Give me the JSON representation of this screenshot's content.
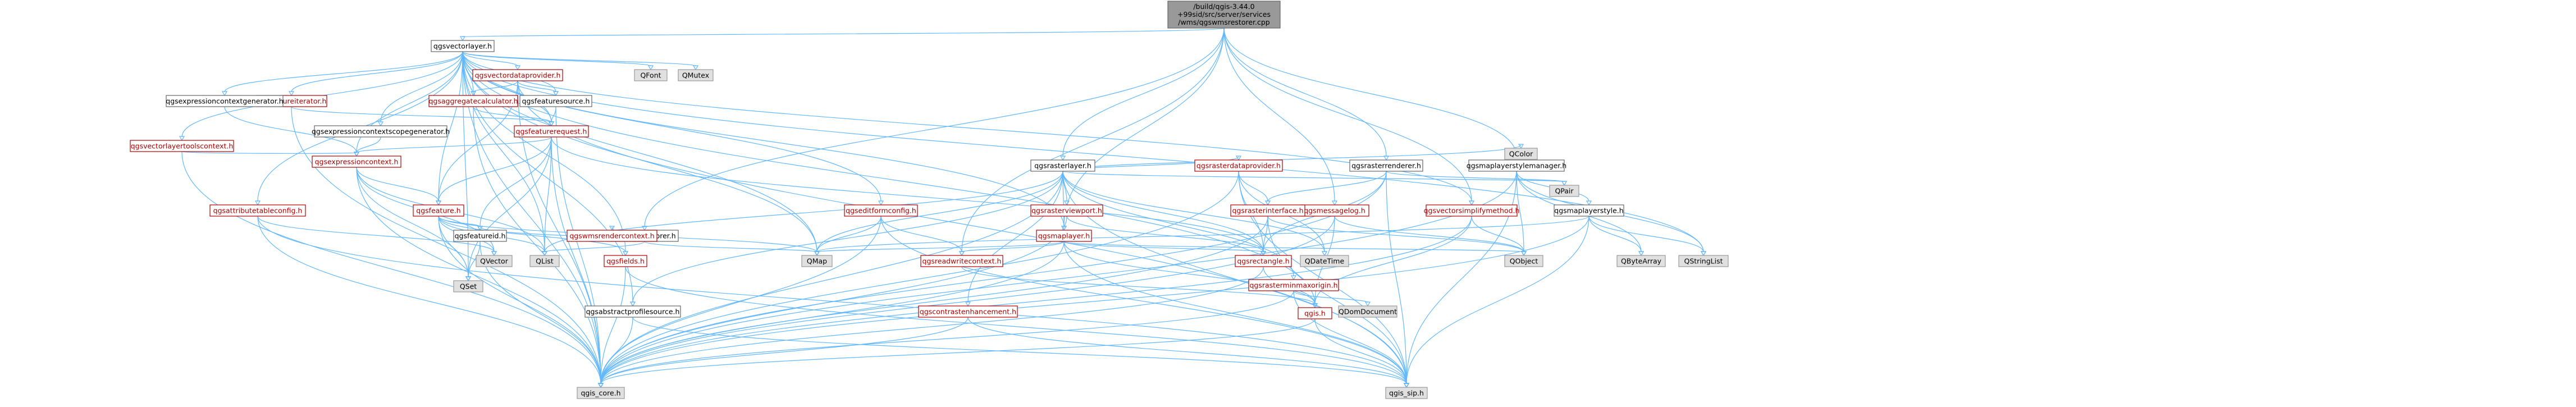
{
  "colors": {
    "root_fill": "#999999",
    "node_fill": "#ffffff",
    "external_fill": "#e0e0e0",
    "link_border": "#666666",
    "unresolved_border": "#b00000",
    "edge": "#63b8ff"
  },
  "nodes": [
    {
      "id": "root",
      "label": "/build/qgis-3.44.0+99sid/src/server/services/wms/qgswmsrestorer.cpp",
      "kind": "root"
    },
    {
      "id": "qgsvectorlayer",
      "label": "qgsvectorlayer.h",
      "kind": "link"
    },
    {
      "id": "qgsrasterlayer",
      "label": "qgsrasterlayer.h",
      "kind": "link"
    },
    {
      "id": "qgsmaplayerstylemanager",
      "label": "qgsmaplayerstylemanager.h",
      "kind": "link"
    },
    {
      "id": "qgsmaplayerstyle",
      "label": "qgsmaplayerstyle.h",
      "kind": "link"
    },
    {
      "id": "qgsrasterrenderer",
      "label": "qgsrasterrenderer.h",
      "kind": "link"
    },
    {
      "id": "qgswmsrestorer",
      "label": "qgswmsrestorer.h",
      "kind": "link"
    },
    {
      "id": "qgsmessagelog",
      "label": "qgsmessagelog.h",
      "kind": "unresolved"
    },
    {
      "id": "qgsvectorsimplifymethod",
      "label": "qgsvectorsimplifymethod.h",
      "kind": "unresolved"
    },
    {
      "id": "qgsvectordataprovider",
      "label": "qgsvectordataprovider.h",
      "kind": "unresolved"
    },
    {
      "id": "qgsaggregatecalculator",
      "label": "qgsaggregatecalculator.h",
      "kind": "unresolved"
    },
    {
      "id": "qgsfeatureiterator",
      "label": "qgsfeatureiterator.h",
      "kind": "unresolved"
    },
    {
      "id": "qgsfeaturesource",
      "label": "qgsfeaturesource.h",
      "kind": "link"
    },
    {
      "id": "qgsfeaturerequest",
      "label": "qgsfeaturerequest.h",
      "kind": "unresolved"
    },
    {
      "id": "qgsexpressioncontextgenerator",
      "label": "qgsexpressioncontextgenerator.h",
      "kind": "link"
    },
    {
      "id": "qgsexpressioncontextscopegenerator",
      "label": "qgsexpressioncontextscopegenerator.h",
      "kind": "link"
    },
    {
      "id": "qgsexpressioncontext",
      "label": "qgsexpressioncontext.h",
      "kind": "unresolved"
    },
    {
      "id": "qgsvectorlayertoolscontext",
      "label": "qgsvectorlayertoolscontext.h",
      "kind": "unresolved"
    },
    {
      "id": "qgsattributetableconfig",
      "label": "qgsattributetableconfig.h",
      "kind": "unresolved"
    },
    {
      "id": "qgsfeature",
      "label": "qgsfeature.h",
      "kind": "unresolved"
    },
    {
      "id": "qgsfeatureid",
      "label": "qgsfeatureid.h",
      "kind": "link"
    },
    {
      "id": "qgsfields",
      "label": "qgsfields.h",
      "kind": "unresolved"
    },
    {
      "id": "qgseditformconfig",
      "label": "qgseditformconfig.h",
      "kind": "unresolved"
    },
    {
      "id": "qgswmsrendercontext",
      "label": "qgswmsrendercontext.h",
      "kind": "unresolved"
    },
    {
      "id": "qgsabstractprofilesource",
      "label": "qgsabstractprofilesource.h",
      "kind": "link"
    },
    {
      "id": "qgsrasterviewport",
      "label": "qgsrasterviewport.h",
      "kind": "unresolved"
    },
    {
      "id": "qgsrasterdataprovider",
      "label": "qgsrasterdataprovider.h",
      "kind": "unresolved"
    },
    {
      "id": "qgsrasterinterface",
      "label": "qgsrasterinterface.h",
      "kind": "unresolved"
    },
    {
      "id": "qgsmaplayer",
      "label": "qgsmaplayer.h",
      "kind": "unresolved"
    },
    {
      "id": "qgsreadwritecontext",
      "label": "qgsreadwritecontext.h",
      "kind": "unresolved"
    },
    {
      "id": "qgsrectangle",
      "label": "qgsrectangle.h",
      "kind": "unresolved"
    },
    {
      "id": "qgsrasterminmaxorigin",
      "label": "qgsrasterminmaxorigin.h",
      "kind": "unresolved"
    },
    {
      "id": "qgscontrastenhancement",
      "label": "qgscontrastenhancement.h",
      "kind": "unresolved"
    },
    {
      "id": "qgis",
      "label": "qgis.h",
      "kind": "unresolved"
    },
    {
      "id": "qgis_core",
      "label": "qgis_core.h",
      "kind": "external"
    },
    {
      "id": "qgis_sip",
      "label": "qgis_sip.h",
      "kind": "external"
    },
    {
      "id": "QFont",
      "label": "QFont",
      "kind": "external"
    },
    {
      "id": "QMutex",
      "label": "QMutex",
      "kind": "external"
    },
    {
      "id": "QColor",
      "label": "QColor",
      "kind": "external"
    },
    {
      "id": "QPair",
      "label": "QPair",
      "kind": "external"
    },
    {
      "id": "QVector",
      "label": "QVector",
      "kind": "external"
    },
    {
      "id": "QList",
      "label": "QList",
      "kind": "external"
    },
    {
      "id": "QSet",
      "label": "QSet",
      "kind": "external"
    },
    {
      "id": "QMap",
      "label": "QMap",
      "kind": "external"
    },
    {
      "id": "QDateTime",
      "label": "QDateTime",
      "kind": "external"
    },
    {
      "id": "QObject",
      "label": "QObject",
      "kind": "external"
    },
    {
      "id": "QDomDocument",
      "label": "QDomDocument",
      "kind": "external"
    },
    {
      "id": "QByteArray",
      "label": "QByteArray",
      "kind": "external"
    },
    {
      "id": "QStringList",
      "label": "QStringList",
      "kind": "external"
    }
  ],
  "edges": [
    [
      "root",
      "qgsvectorlayer"
    ],
    [
      "root",
      "qgsrasterlayer"
    ],
    [
      "root",
      "qgsmaplayerstylemanager"
    ],
    [
      "root",
      "qgsrasterrenderer"
    ],
    [
      "root",
      "qgswmsrestorer"
    ],
    [
      "root",
      "qgsmessagelog"
    ],
    [
      "root",
      "qgsvectorsimplifymethod"
    ],
    [
      "root",
      "qgsreadwritecontext"
    ],
    [
      "root",
      "qgsmaplayer"
    ],
    [
      "qgsvectorlayer",
      "qgis_core"
    ],
    [
      "qgsvectorlayer",
      "QMap"
    ],
    [
      "qgsvectorlayer",
      "QSet"
    ],
    [
      "qgsvectorlayer",
      "QList"
    ],
    [
      "qgsvectorlayer",
      "QStringList"
    ],
    [
      "qgsvectorlayer",
      "QFont"
    ],
    [
      "qgsvectorlayer",
      "QMutex"
    ],
    [
      "qgsvectorlayer",
      "qgis_sip"
    ],
    [
      "qgsvectorlayer",
      "qgis"
    ],
    [
      "qgsvectorlayer",
      "qgsmaplayer"
    ],
    [
      "qgsvectorlayer",
      "qgsfeature"
    ],
    [
      "qgsvectorlayer",
      "qgsfeaturerequest"
    ],
    [
      "qgsvectorlayer",
      "qgsfeaturesource"
    ],
    [
      "qgsvectorlayer",
      "qgsfields"
    ],
    [
      "qgsvectorlayer",
      "qgsvectordataprovider"
    ],
    [
      "qgsvectorlayer",
      "qgseditformconfig"
    ],
    [
      "qgsvectorlayer",
      "qgsvectorsimplifymethod"
    ],
    [
      "qgsvectorlayer",
      "qgsaggregatecalculator"
    ],
    [
      "qgsvectorlayer",
      "qgsfeatureiterator"
    ],
    [
      "qgsvectorlayer",
      "qgsexpressioncontextgenerator"
    ],
    [
      "qgsvectorlayer",
      "qgsexpressioncontextscopegenerator"
    ],
    [
      "qgsvectorlayer",
      "qgsexpressioncontext"
    ],
    [
      "qgsvectorlayer",
      "qgsattributetableconfig"
    ],
    [
      "qgsvectorlayer",
      "qgsvectorlayertoolscontext"
    ],
    [
      "qgsvectorlayer",
      "qgsabstractprofilesource"
    ],
    [
      "qgsvectordataprovider",
      "qgis_core"
    ],
    [
      "qgsvectordataprovider",
      "qgsfeaturesource"
    ],
    [
      "qgsvectordataprovider",
      "qgsaggregatecalculator"
    ],
    [
      "qgsvectordataprovider",
      "qgsfeaturerequest"
    ],
    [
      "qgsvectordataprovider",
      "QMap"
    ],
    [
      "qgsvectordataprovider",
      "qgsfeature"
    ],
    [
      "qgsaggregatecalculator",
      "qgis_core"
    ],
    [
      "qgsaggregatecalculator",
      "qgsfeaturerequest"
    ],
    [
      "qgsaggregatecalculator",
      "QVariant"
    ],
    [
      "qgsfeatureiterator",
      "qgis_core"
    ],
    [
      "qgsfeatureiterator",
      "qgsfeaturerequest"
    ],
    [
      "qgsfeaturesource",
      "qgis_core"
    ],
    [
      "qgsfeaturesource",
      "qgsfeaturerequest"
    ],
    [
      "qgsfeaturerequest",
      "qgis_core"
    ],
    [
      "qgsfeaturerequest",
      "qgsfeature"
    ],
    [
      "qgsfeaturerequest",
      "qgsrectangle"
    ],
    [
      "qgsfeaturerequest",
      "qgsexpressioncontext"
    ],
    [
      "qgsfeaturerequest",
      "qgsfeatureid"
    ],
    [
      "qgsfeaturerequest",
      "QList"
    ],
    [
      "qgsfeaturerequest",
      "qgssimplifymethod"
    ],
    [
      "qgsfeaturerequest",
      "QSet"
    ],
    [
      "qgsexpressioncontextgenerator",
      "qgsexpressioncontext"
    ],
    [
      "qgsexpressioncontextscopegenerator",
      "qgsexpressioncontext"
    ],
    [
      "qgsexpressioncontext",
      "qgis_core"
    ],
    [
      "qgsexpressioncontext",
      "QVector"
    ],
    [
      "qgsexpressioncontext",
      "QList"
    ],
    [
      "qgsexpressioncontext",
      "qgsfeature"
    ],
    [
      "qgsexpressioncontext",
      "QSet"
    ],
    [
      "qgsvectorlayertoolscontext",
      "qgis_core"
    ],
    [
      "qgsvectorlayertoolscontext",
      "qgsexpressioncontext"
    ],
    [
      "qgsattributetableconfig",
      "qgis_core"
    ],
    [
      "qgsattributetableconfig",
      "QVector"
    ],
    [
      "qgsattributetableconfig",
      "qgis_sip"
    ],
    [
      "qgsfeature",
      "qgis_core"
    ],
    [
      "qgsfeature",
      "QList"
    ],
    [
      "qgsfeature",
      "QVector"
    ],
    [
      "qgsfeature",
      "QSet"
    ],
    [
      "qgsfeature",
      "qgsfields"
    ],
    [
      "qgsfeature",
      "qgsfeatureid"
    ],
    [
      "qgsfeature",
      "QMap"
    ],
    [
      "qgsfeatureid",
      "QSet"
    ],
    [
      "qgsfeatureid",
      "qgis_core"
    ],
    [
      "qgsfields",
      "qgis_core"
    ],
    [
      "qgsfields",
      "qgis_sip"
    ],
    [
      "qgseditformconfig",
      "qgis_core"
    ],
    [
      "qgseditformconfig",
      "QMap"
    ],
    [
      "qgseditformconfig",
      "qgsreadwritecontext"
    ],
    [
      "qgseditformconfig",
      "qgis_sip"
    ],
    [
      "qgsabstractprofilesource",
      "qgis_core"
    ],
    [
      "qgsabstractprofilesource",
      "qgis_sip"
    ],
    [
      "qgsrasterlayer",
      "qgis_core"
    ],
    [
      "qgsrasterlayer",
      "qgis_sip"
    ],
    [
      "qgsrasterlayer",
      "QColor"
    ],
    [
      "qgsrasterlayer",
      "QPair"
    ],
    [
      "qgsrasterlayer",
      "QDateTime"
    ],
    [
      "qgsrasterlayer",
      "qgsmaplayer"
    ],
    [
      "qgsrasterlayer",
      "qgsrasterdataprovider"
    ],
    [
      "qgsrasterlayer",
      "qgsrasterviewport"
    ],
    [
      "qgsrasterlayer",
      "qgscontrastenhancement"
    ],
    [
      "qgsrasterlayer",
      "qgsrasterminmaxorigin"
    ],
    [
      "qgsrasterlayer",
      "qgsabstractprofilesource"
    ],
    [
      "qgsrasterlayer",
      "QList"
    ],
    [
      "qgsrasterlayer",
      "QMap"
    ],
    [
      "qgsrasterlayer",
      "qgsrectangle"
    ],
    [
      "qgsrasterviewport",
      "qgis_core"
    ],
    [
      "qgsrasterviewport",
      "qgsrectangle"
    ],
    [
      "qgsrasterdataprovider",
      "qgis_core"
    ],
    [
      "qgsrasterdataprovider",
      "QDateTime"
    ],
    [
      "qgsrasterdataprovider",
      "qgsrasterinterface"
    ],
    [
      "qgsrasterdataprovider",
      "qgsrectangle"
    ],
    [
      "qgsrasterdataprovider",
      "qgis_sip"
    ],
    [
      "qgsrasterinterface",
      "qgis_core"
    ],
    [
      "qgsrasterinterface",
      "QObject"
    ],
    [
      "qgsrasterinterface",
      "qgsrectangle"
    ],
    [
      "qgsrasterinterface",
      "qgis_sip"
    ],
    [
      "qgsmaplayer",
      "qgis_core"
    ],
    [
      "qgsmaplayer",
      "QMap"
    ],
    [
      "qgsmaplayer",
      "QObject"
    ],
    [
      "qgsmaplayer",
      "qgis"
    ],
    [
      "qgsmaplayer",
      "qgsrectangle"
    ],
    [
      "qgsmaplayer",
      "qgsreadwritecontext"
    ],
    [
      "qgsmaplayer",
      "qgis_sip"
    ],
    [
      "qgsreadwritecontext",
      "qgis"
    ],
    [
      "qgsrectangle",
      "qgis"
    ],
    [
      "qgsrectangle",
      "qgis_core"
    ],
    [
      "qgsrasterminmaxorigin",
      "qgis_core"
    ],
    [
      "qgsrasterminmaxorigin",
      "QDomDocument"
    ],
    [
      "qgsrasterminmaxorigin",
      "qgis_sip"
    ],
    [
      "qgscontrastenhancement",
      "qgis_core"
    ],
    [
      "qgscontrastenhancement",
      "qgis_sip"
    ],
    [
      "qgis",
      "qgis_core"
    ],
    [
      "qgis",
      "qgis_sip"
    ],
    [
      "qgsmaplayerstylemanager",
      "qgis_core"
    ],
    [
      "qgsmaplayerstylemanager",
      "QObject"
    ],
    [
      "qgsmaplayerstylemanager",
      "qgsmaplayerstyle"
    ],
    [
      "qgsmaplayerstylemanager",
      "QByteArray"
    ],
    [
      "qgsmaplayerstylemanager",
      "QStringList"
    ],
    [
      "qgsmaplayerstylemanager",
      "qgis_sip"
    ],
    [
      "qgsmaplayerstyle",
      "qgis_core"
    ],
    [
      "qgsmaplayerstyle",
      "QByteArray"
    ],
    [
      "qgsmaplayerstyle",
      "QStringList"
    ],
    [
      "qgsmaplayerstyle",
      "QMap"
    ],
    [
      "qgsmaplayerstyle",
      "qgis_sip"
    ],
    [
      "qgsrasterrenderer",
      "qgis_core"
    ],
    [
      "qgsrasterrenderer",
      "QPair"
    ],
    [
      "qgsrasterrenderer",
      "qgsrasterinterface"
    ],
    [
      "qgsrasterrenderer",
      "qgis_sip"
    ],
    [
      "qgsrasterrenderer",
      "qgsrectangle"
    ],
    [
      "qgswmsrestorer",
      "qgswmsrendercontext"
    ],
    [
      "qgswmsrestorer",
      "QMap"
    ],
    [
      "qgswmsrestorer",
      "QList"
    ],
    [
      "qgswmsrestorer",
      "qgsfeatureid"
    ],
    [
      "qgsmessagelog",
      "qgis_core"
    ],
    [
      "qgsmessagelog",
      "QObject"
    ],
    [
      "qgsmessagelog",
      "qgis"
    ],
    [
      "qgsvectorsimplifymethod",
      "qgis_core"
    ],
    [
      "qgsvectorsimplifymethod",
      "qgis"
    ],
    [
      "qgsvectorsimplifymethod",
      "QObject"
    ]
  ]
}
